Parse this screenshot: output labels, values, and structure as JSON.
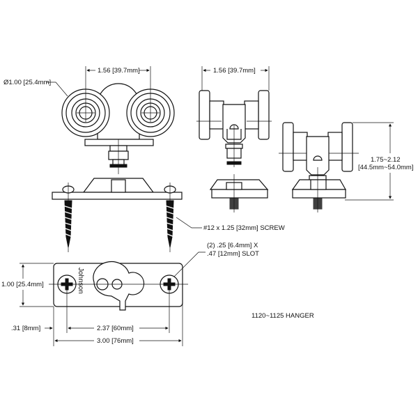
{
  "labels": {
    "front_spacing": "1.56 [39.7mm]",
    "side_spacing": "1.56 [39.7mm]",
    "wheel_diameter": "Ø1.00 [25.4mm]",
    "height_range_in": "1.75~2.12",
    "height_range_mm": "[44.5mm~54.0mm]",
    "screw": "#12 x 1.25 [32mm] SCREW",
    "slot_line1": "(2) .25 [6.4mm] X",
    "slot_line2": ".47 [12mm] SLOT",
    "plate_height": "1.00 [25.4mm]",
    "edge_offset": ".31 [8mm]",
    "hole_spacing": "2.37 [60mm]",
    "plate_length": "3.00 [76mm]",
    "title": "1120~1125 HANGER",
    "brand": "Johnson"
  }
}
